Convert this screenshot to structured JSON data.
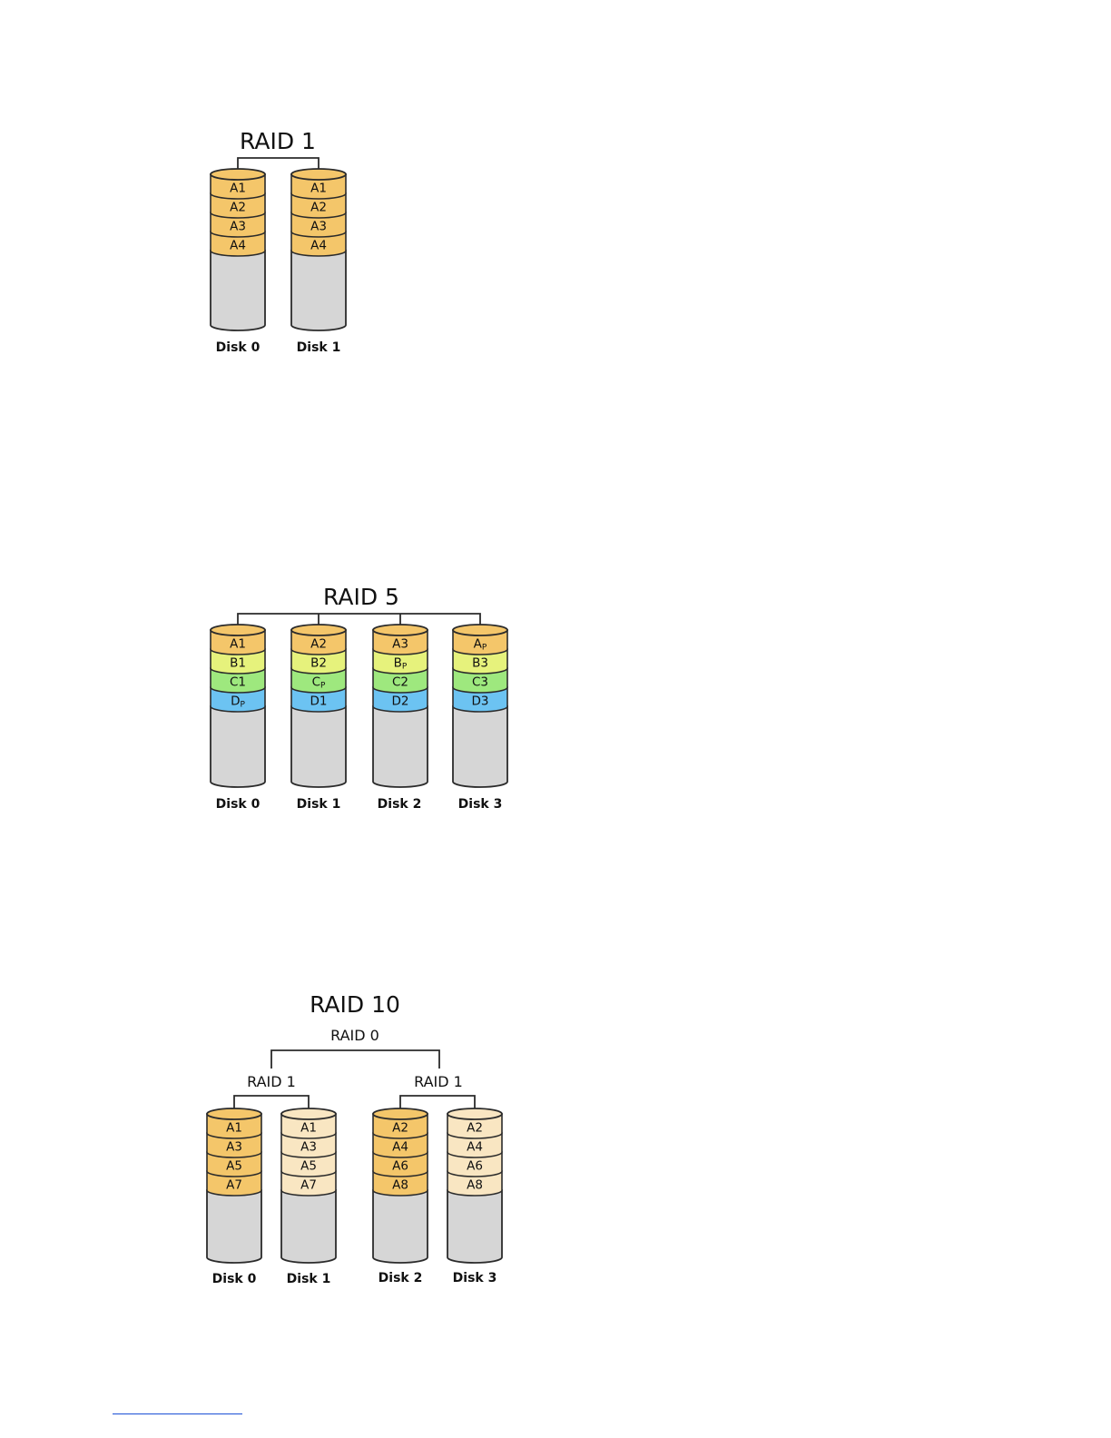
{
  "colors": {
    "outline": "#2b2b2b",
    "empty": "#d6d6d6",
    "orange": "#f4c66a",
    "cream": "#f9e6c2",
    "yellow": "#e6f27c",
    "green": "#9ee87e",
    "blue": "#6cc3f2",
    "footnote_rule": "#1a4fd6"
  },
  "diagrams": [
    {
      "id": "raid-1",
      "title": "RAID 1",
      "disks": [
        {
          "label": "Disk 0",
          "blocks": [
            {
              "text": "A1",
              "color": "orange"
            },
            {
              "text": "A2",
              "color": "orange"
            },
            {
              "text": "A3",
              "color": "orange"
            },
            {
              "text": "A4",
              "color": "orange"
            }
          ]
        },
        {
          "label": "Disk 1",
          "blocks": [
            {
              "text": "A1",
              "color": "orange"
            },
            {
              "text": "A2",
              "color": "orange"
            },
            {
              "text": "A3",
              "color": "orange"
            },
            {
              "text": "A4",
              "color": "orange"
            }
          ]
        }
      ]
    },
    {
      "id": "raid-5",
      "title": "RAID 5",
      "disks": [
        {
          "label": "Disk 0",
          "blocks": [
            {
              "text": "A1",
              "color": "orange"
            },
            {
              "text": "B1",
              "color": "yellow"
            },
            {
              "text": "C1",
              "color": "green"
            },
            {
              "text": "D",
              "sub": "P",
              "color": "blue"
            }
          ]
        },
        {
          "label": "Disk 1",
          "blocks": [
            {
              "text": "A2",
              "color": "orange"
            },
            {
              "text": "B2",
              "color": "yellow"
            },
            {
              "text": "C",
              "sub": "P",
              "color": "green"
            },
            {
              "text": "D1",
              "color": "blue"
            }
          ]
        },
        {
          "label": "Disk 2",
          "blocks": [
            {
              "text": "A3",
              "color": "orange"
            },
            {
              "text": "B",
              "sub": "P",
              "color": "yellow"
            },
            {
              "text": "C2",
              "color": "green"
            },
            {
              "text": "D2",
              "color": "blue"
            }
          ]
        },
        {
          "label": "Disk 3",
          "blocks": [
            {
              "text": "A",
              "sub": "P",
              "color": "orange"
            },
            {
              "text": "B3",
              "color": "yellow"
            },
            {
              "text": "C3",
              "color": "green"
            },
            {
              "text": "D3",
              "color": "blue"
            }
          ]
        }
      ]
    },
    {
      "id": "raid-10",
      "title": "RAID 10",
      "subtitle": "RAID 0",
      "groups": [
        {
          "title": "RAID 1",
          "disks": [
            {
              "label": "Disk 0",
              "blocks": [
                {
                  "text": "A1",
                  "color": "orange"
                },
                {
                  "text": "A3",
                  "color": "orange"
                },
                {
                  "text": "A5",
                  "color": "orange"
                },
                {
                  "text": "A7",
                  "color": "orange"
                }
              ]
            },
            {
              "label": "Disk 1",
              "blocks": [
                {
                  "text": "A1",
                  "color": "cream"
                },
                {
                  "text": "A3",
                  "color": "cream"
                },
                {
                  "text": "A5",
                  "color": "cream"
                },
                {
                  "text": "A7",
                  "color": "cream"
                }
              ]
            }
          ]
        },
        {
          "title": "RAID 1",
          "disks": [
            {
              "label": "Disk 2",
              "blocks": [
                {
                  "text": "A2",
                  "color": "orange"
                },
                {
                  "text": "A4",
                  "color": "orange"
                },
                {
                  "text": "A6",
                  "color": "orange"
                },
                {
                  "text": "A8",
                  "color": "orange"
                }
              ]
            },
            {
              "label": "Disk 3",
              "blocks": [
                {
                  "text": "A2",
                  "color": "cream"
                },
                {
                  "text": "A4",
                  "color": "cream"
                },
                {
                  "text": "A6",
                  "color": "cream"
                },
                {
                  "text": "A8",
                  "color": "cream"
                }
              ]
            }
          ]
        }
      ]
    }
  ]
}
